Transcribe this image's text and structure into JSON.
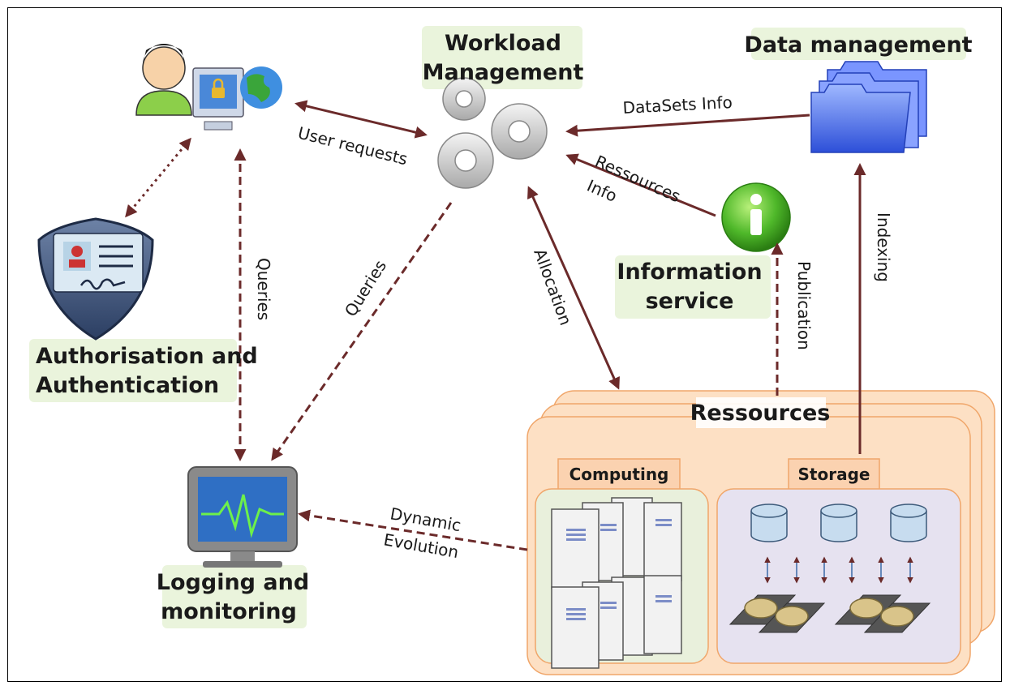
{
  "nodes": {
    "workload": {
      "line1": "Workload",
      "line2": "Management"
    },
    "data_management": {
      "title": "Data management"
    },
    "auth": {
      "line1": "Authorisation and",
      "line2": "Authentication"
    },
    "information": {
      "line1": "Information",
      "line2": "service"
    },
    "logging": {
      "line1": "Logging and",
      "line2": "monitoring"
    },
    "resources": {
      "title": "Ressources",
      "computing": "Computing",
      "storage": "Storage"
    }
  },
  "edges": {
    "user_requests": "User requests",
    "datasets_info": "DataSets Info",
    "ressources_info_1": "Ressources",
    "ressources_info_2": "Info",
    "queries_left": "Queries",
    "queries_mid": "Queries",
    "allocation": "Allocation",
    "publication": "Publication",
    "indexing": "Indexing",
    "dynamic_1": "Dynamic",
    "dynamic_2": "Evolution"
  },
  "colors": {
    "arrow": "#6b2a2a",
    "label_glow": "#e6f2d6",
    "resources_fill": "#fde0c4",
    "resources_stroke": "#f0a66a",
    "computing_fill": "#e9f0dc",
    "storage_fill": "#e6e2f0",
    "cylinder": "#c7dcef"
  }
}
